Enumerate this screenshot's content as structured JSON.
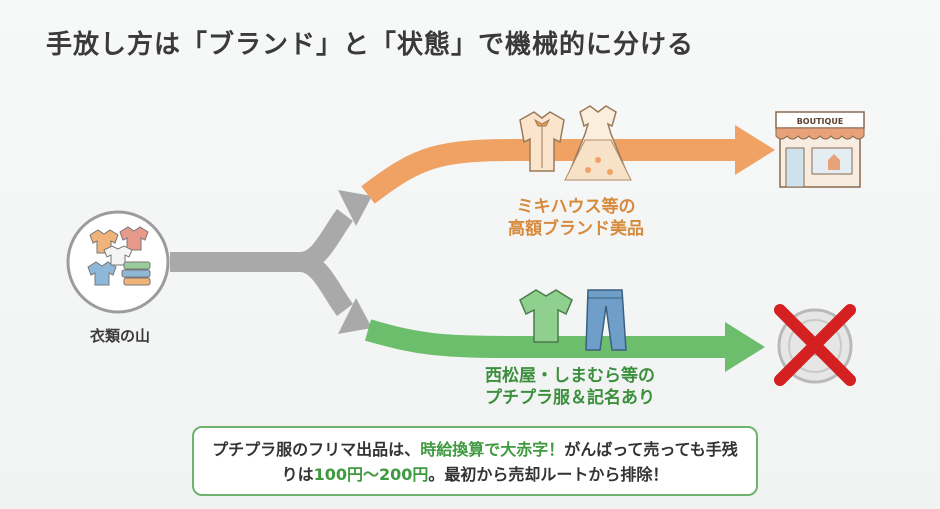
{
  "title": "手放し方は「ブランド」と「状態」で機械的に分ける",
  "source": {
    "label": "衣類の山"
  },
  "branch_top": {
    "label_line1": "ミキハウス等の",
    "label_line2": "高額ブランド美品",
    "destination_sign": "BOUTIQUE",
    "color": "#f0a264"
  },
  "branch_bottom": {
    "label_line1": "西松屋・しまむら等の",
    "label_line2": "プチプラ服＆記名あり",
    "color": "#6cbd6c"
  },
  "callout": {
    "part1": "プチプラ服のフリマ出品は、",
    "part2": "時給換算で大赤字！",
    "part3": "がんばって売っても手残りは",
    "part4": "100円～200円",
    "part5": "。最初から売却ルートから排除！"
  },
  "icons": {
    "source": "clothes-pile-icon",
    "top_items": "shirt-and-dress-icon",
    "top_destination": "boutique-store-icon",
    "bottom_items": "tshirt-and-jeans-icon",
    "bottom_destination": "crossed-out-coin-icon"
  },
  "colors": {
    "grey_arrow": "#a9a9a9",
    "orange_arrow": "#f0a264",
    "green_arrow": "#6cbd6c",
    "cross": "#d42020",
    "callout_highlight": "#3f9a3f"
  }
}
